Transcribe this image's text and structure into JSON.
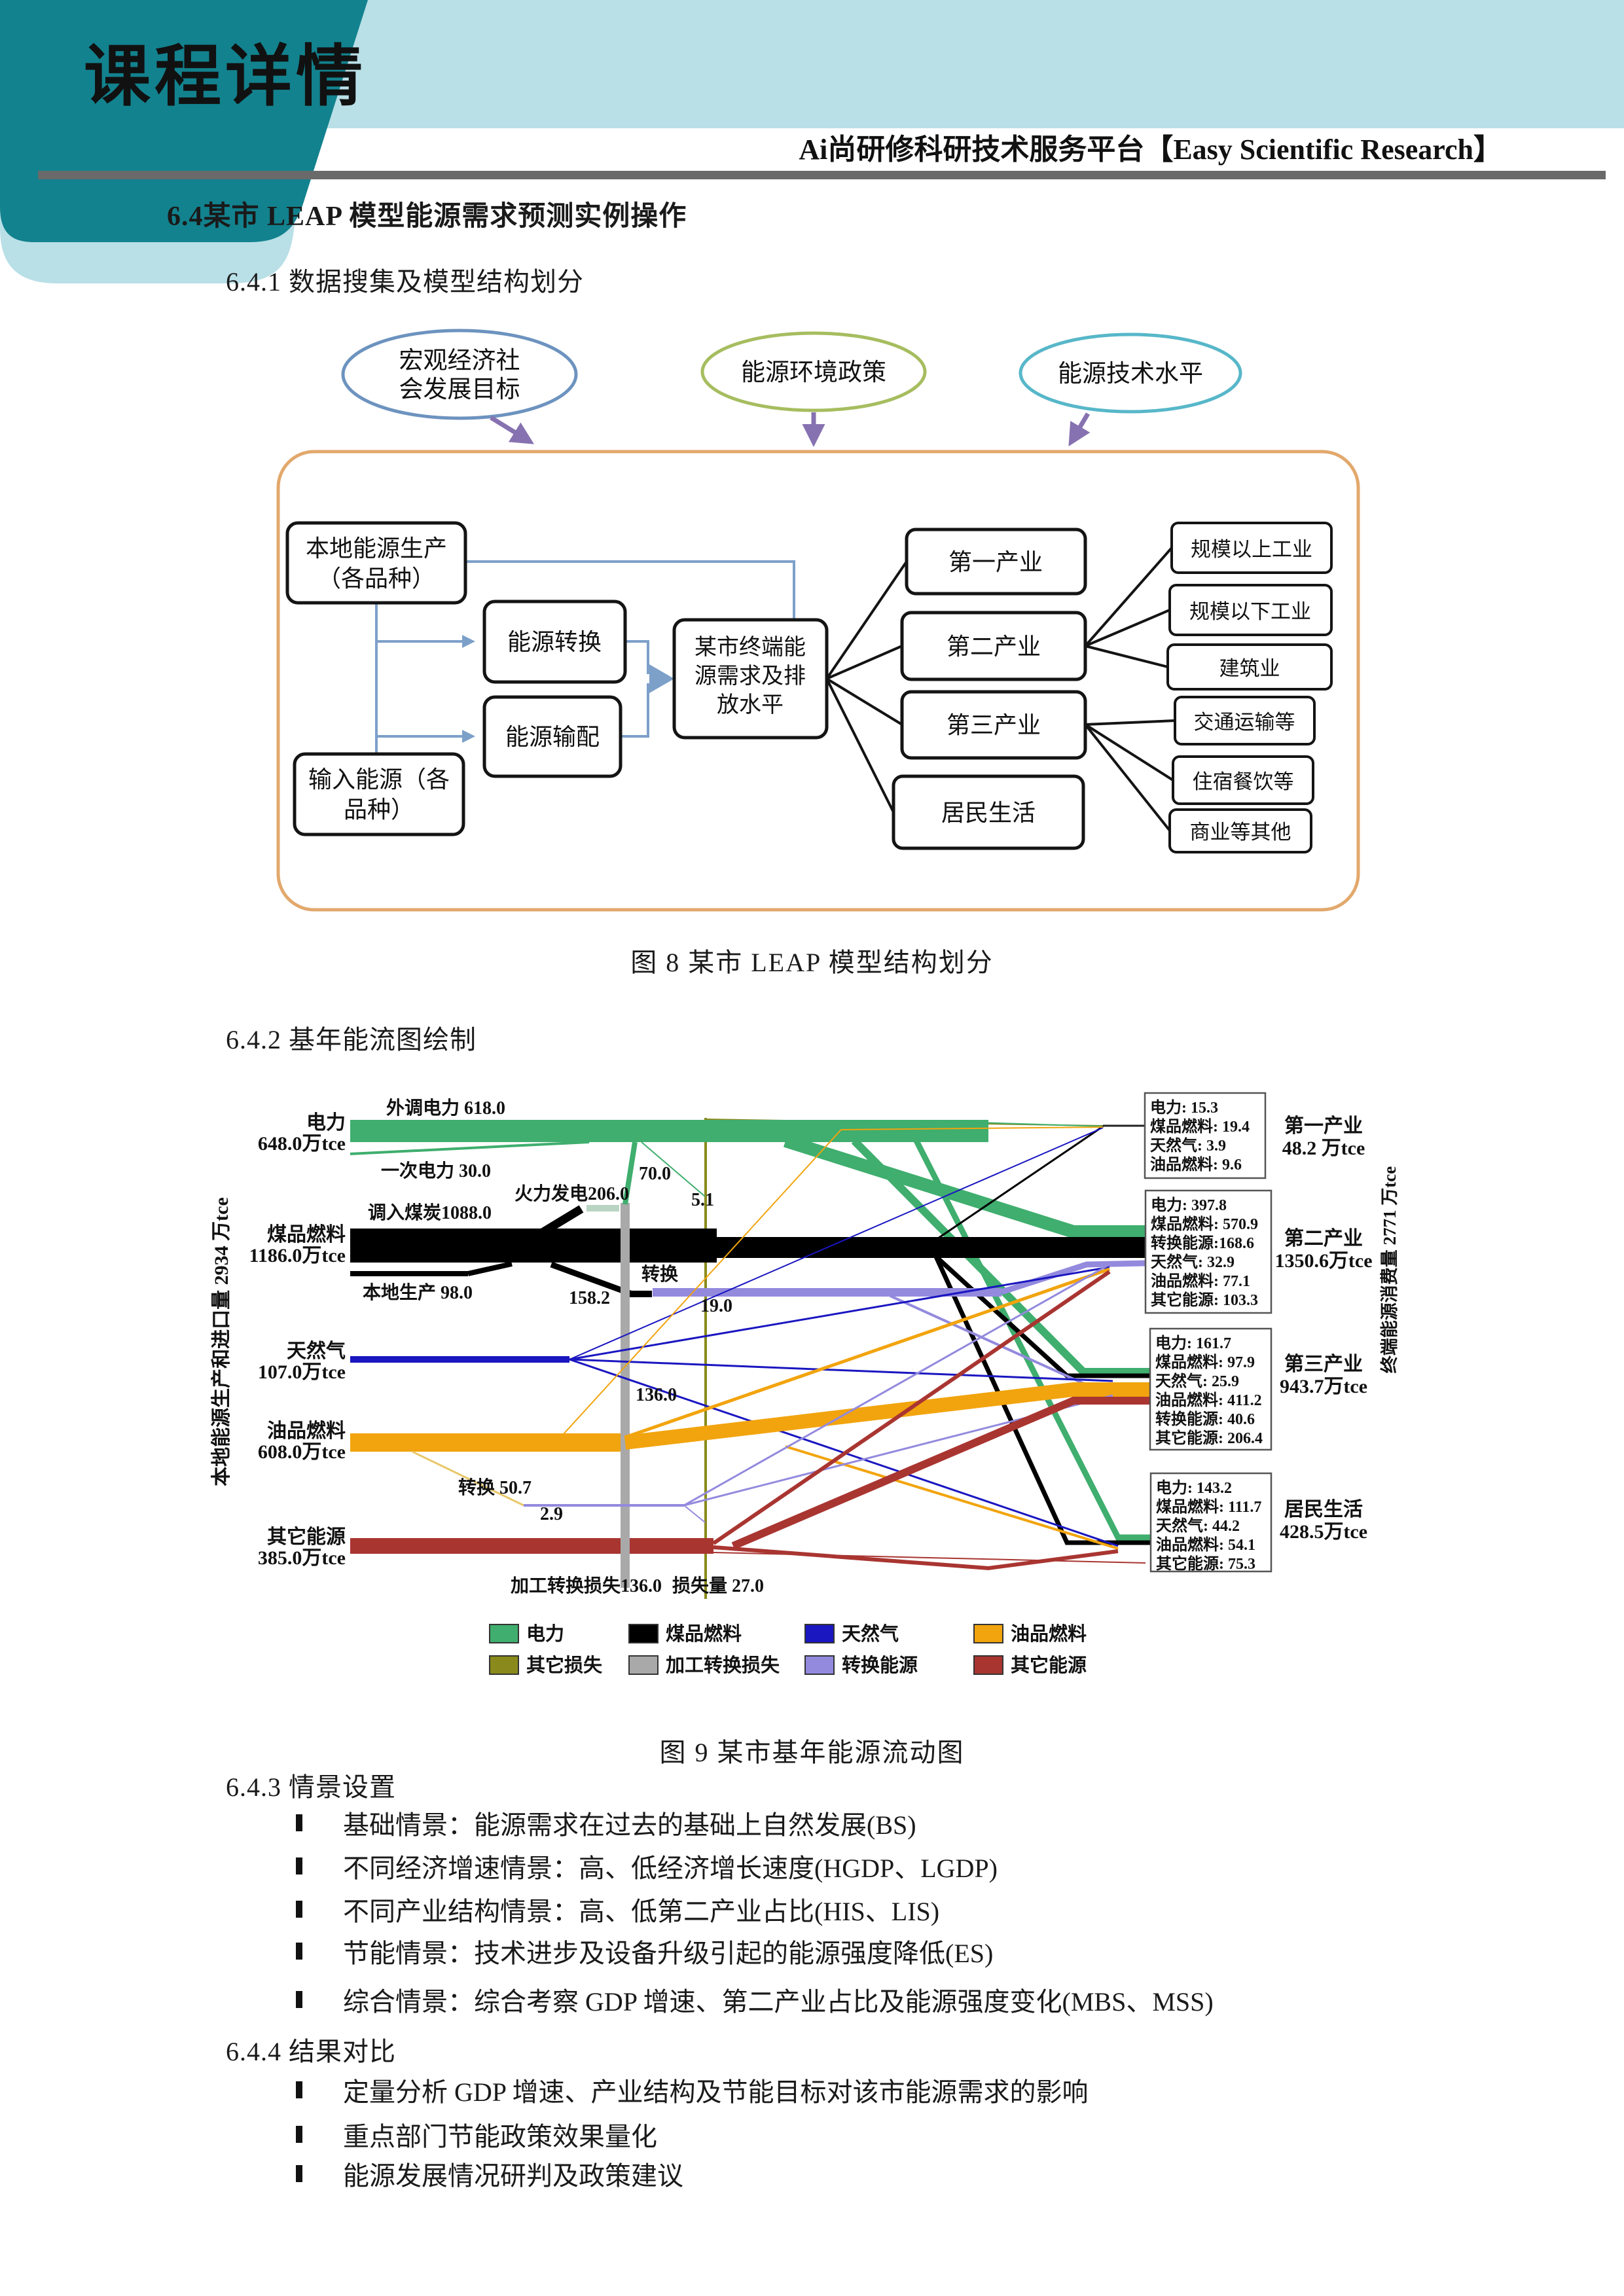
{
  "header": {
    "banner_title": "课程详情",
    "site_title": "Ai尚研修科研技术服务平台【Easy Scientific Research】",
    "colors": {
      "banner_dark": "#12828e",
      "banner_light": "#b9dfe7",
      "banner_text": "#0c3a40",
      "rule": "#6a6a6a"
    }
  },
  "sections": {
    "s64": "6.4某市 LEAP 模型能源需求预测实例操作",
    "s641": "6.4.1 数据搜集及模型结构划分",
    "s642": "6.4.2 基年能流图绘制",
    "s643": "6.4.3 情景设置",
    "s644": "6.4.4 结果对比",
    "scenario_bullets": [
      "基础情景：能源需求在过去的基础上自然发展(BS)",
      "不同经济增速情景：高、低经济增长速度(HGDP、LGDP)",
      "不同产业结构情景：高、低第二产业占比(HIS、LIS)",
      "节能情景：技术进步及设备升级引起的能源强度降低(ES)",
      "综合情景：综合考察 GDP 增速、第二产业占比及能源强度变化(MBS、MSS)"
    ],
    "result_bullets": [
      "定量分析 GDP 增速、产业结构及节能目标对该市能源需求的影响",
      "重点部门节能政策效果量化",
      "能源发展情况研判及政策建议"
    ]
  },
  "figure8": {
    "caption": "图 8 某市 LEAP 模型结构划分",
    "ellipses": [
      {
        "line1": "宏观经济社",
        "line2": "会发展目标",
        "border": "#6d93bf"
      },
      {
        "line1": "能源环境政策",
        "line2": "",
        "border": "#a6bd5f"
      },
      {
        "line1": "能源技术水平",
        "line2": "",
        "border": "#57b7c9"
      }
    ],
    "left_boxes": [
      {
        "line1": "本地能源生产",
        "line2": "（各品种）"
      },
      {
        "line1": "输入能源（各",
        "line2": "品种）"
      }
    ],
    "mid_boxes": [
      {
        "label": "能源转换"
      },
      {
        "label": "能源输配"
      }
    ],
    "hub_box": {
      "line1": "某市终端能",
      "line2": "源需求及排",
      "line3": "放水平"
    },
    "sector_boxes": [
      "第一产业",
      "第二产业",
      "第三产业",
      "居民生活"
    ],
    "sub_boxes": [
      "规模以上工业",
      "规模以下工业",
      "建筑业",
      "交通运输等",
      "住宿餐饮等",
      "商业等其他"
    ]
  },
  "figure9": {
    "caption": "图 9 某市基年能源流动图",
    "left_axis": "本地能源生产和进口量 2934 万tce",
    "right_axis": "终端能源消费量 2771 万tce",
    "sources": [
      {
        "name": "电力",
        "total": "648.0万tce",
        "color": "#3fae6e"
      },
      {
        "name": "煤品燃料",
        "total": "1186.0万tce",
        "color": "#000000"
      },
      {
        "name": "天然气",
        "total": "107.0万tce",
        "color": "#1a16c0"
      },
      {
        "name": "油品燃料",
        "total": "608.0万tce",
        "color": "#f2a40e"
      },
      {
        "name": "其它能源",
        "total": "385.0万tce",
        "color": "#a93531"
      }
    ],
    "labels": {
      "wdl": "外调电力 618.0",
      "ycdl": "一次电力  30.0",
      "drmt": "调入煤炭1088.0",
      "hlfd": "火力发电206.0",
      "bdsc": "本地生产 98.0",
      "v70": "70.0",
      "v51": "5.1",
      "zh": "转换",
      "v1582": "158.2",
      "v19": "19.0",
      "v136": "136.0",
      "zh507": "转换 50.7",
      "v29": "2.9",
      "jgzh": "加工转换损失136.0",
      "ssl": "损失量 27.0"
    },
    "sectors": [
      {
        "name": "第一产业",
        "total": "48.2 万tce",
        "items": [
          "电力: 15.3",
          "煤品燃料: 19.4",
          "天然气: 3.9",
          "油品燃料: 9.6"
        ]
      },
      {
        "name": "第二产业",
        "total": "1350.6万tce",
        "items": [
          "电力: 397.8",
          "煤品燃料: 570.9",
          "转换能源:168.6",
          "天然气: 32.9",
          "油品燃料: 77.1",
          "其它能源: 103.3"
        ]
      },
      {
        "name": "第三产业",
        "total": "943.7万tce",
        "items": [
          "电力: 161.7",
          "煤品燃料: 97.9",
          "天然气: 25.9",
          "油品燃料: 411.2",
          "转换能源: 40.6",
          "其它能源: 206.4"
        ]
      },
      {
        "name": "居民生活",
        "total": "428.5万tce",
        "items": [
          "电力: 143.2",
          "煤品燃料: 111.7",
          "天然气: 44.2",
          "油品燃料: 54.1",
          "其它能源: 75.3"
        ]
      }
    ],
    "legend": [
      {
        "label": "电力",
        "color": "#3fae6e"
      },
      {
        "label": "煤品燃料",
        "color": "#000000"
      },
      {
        "label": "天然气",
        "color": "#1a16c0"
      },
      {
        "label": "油品燃料",
        "color": "#f2a40e"
      },
      {
        "label": "其它损失",
        "color": "#8a8a1c"
      },
      {
        "label": "加工转换损失",
        "color": "#a9a9a9"
      },
      {
        "label": "转换能源",
        "color": "#938ade"
      },
      {
        "label": "其它能源",
        "color": "#a93531"
      }
    ]
  },
  "chart_data": {
    "type": "sankey",
    "title": "图 9 某市基年能源流动图",
    "unit": "万tce",
    "total_supply": {
      "label": "本地能源生产和进口量",
      "value": 2934
    },
    "total_consumption": {
      "label": "终端能源消费量",
      "value": 2771
    },
    "sources": [
      {
        "name": "电力",
        "value": 648.0,
        "components": [
          {
            "name": "外调电力",
            "value": 618.0
          },
          {
            "name": "一次电力",
            "value": 30.0
          }
        ]
      },
      {
        "name": "煤品燃料",
        "value": 1186.0,
        "components": [
          {
            "name": "调入煤炭",
            "value": 1088.0
          },
          {
            "name": "本地生产",
            "value": 98.0
          }
        ]
      },
      {
        "name": "天然气",
        "value": 107.0
      },
      {
        "name": "油品燃料",
        "value": 608.0
      },
      {
        "name": "其它能源",
        "value": 385.0
      }
    ],
    "conversions": [
      {
        "name": "火力发电",
        "input": 206.0,
        "electricity_output": 70.0
      },
      {
        "name": "煤品转换",
        "value": 158.2
      },
      {
        "name": "油品转换",
        "value": 50.7
      }
    ],
    "losses": {
      "加工转换损失": 136.0,
      "损失量": 27.0,
      "loss_items": [
        5.1,
        19.0,
        2.9
      ]
    },
    "destinations": [
      {
        "name": "第一产业",
        "total": 48.2,
        "items": {
          "电力": 15.3,
          "煤品燃料": 19.4,
          "天然气": 3.9,
          "油品燃料": 9.6
        }
      },
      {
        "name": "第二产业",
        "total": 1350.6,
        "items": {
          "电力": 397.8,
          "煤品燃料": 570.9,
          "转换能源": 168.6,
          "天然气": 32.9,
          "油品燃料": 77.1,
          "其它能源": 103.3
        }
      },
      {
        "name": "第三产业",
        "total": 943.7,
        "items": {
          "电力": 161.7,
          "煤品燃料": 97.9,
          "天然气": 25.9,
          "油品燃料": 411.2,
          "转换能源": 40.6,
          "其它能源": 206.4
        }
      },
      {
        "name": "居民生活",
        "total": 428.5,
        "items": {
          "电力": 143.2,
          "煤品燃料": 111.7,
          "天然气": 44.2,
          "油品燃料": 54.1,
          "其它能源": 75.3
        }
      }
    ]
  }
}
